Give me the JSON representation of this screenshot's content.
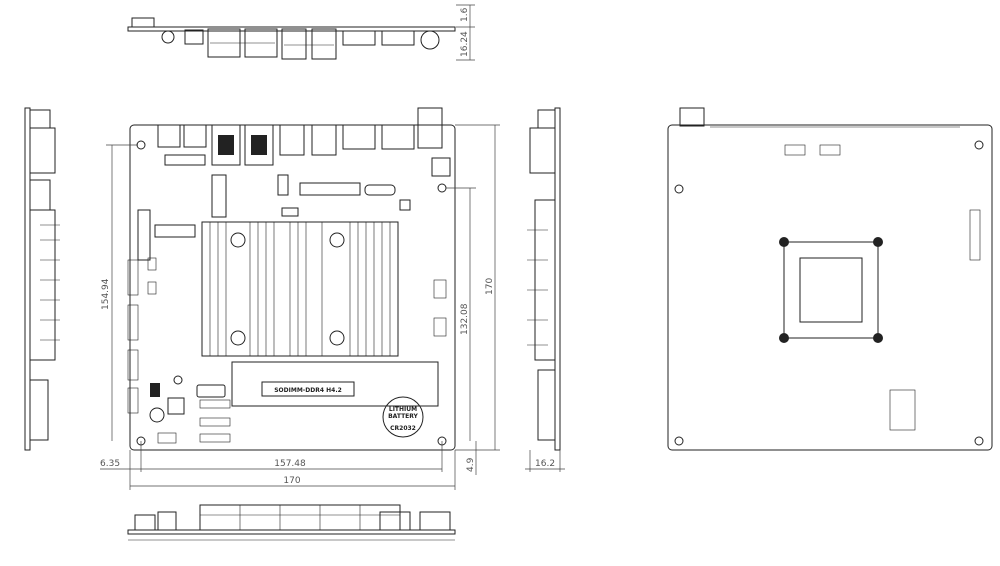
{
  "drawing": {
    "top_view_dims": {
      "pcb_thickness": "1.6",
      "height": "16.24"
    },
    "board_dims": {
      "width": "170",
      "height": "170",
      "hole_spacing_x": "157.48",
      "hole_spacing_y_left": "154.94",
      "hole_spacing_y_right": "132.08",
      "hole_offset_x": "6.35",
      "hole_offset_y": "4.9"
    },
    "side_view_dims": {
      "height": "16.2"
    },
    "labels": {
      "sodimm": "SODIMM-DDR4 H4.2",
      "battery_line1": "LITHIUM",
      "battery_line2": "BATTERY",
      "battery_model": "CR2032"
    }
  }
}
